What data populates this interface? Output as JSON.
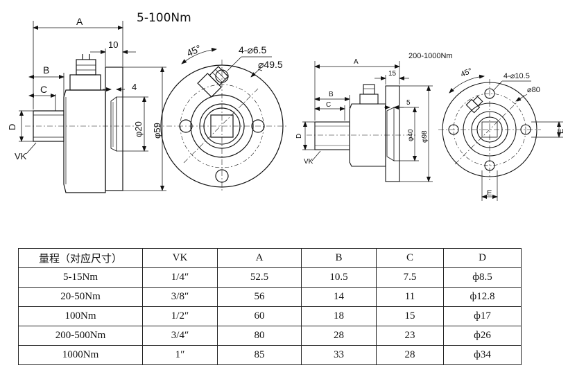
{
  "drawing": {
    "small_title": "5-100Nm",
    "large_title": "200-1000Nm",
    "small_side": {
      "A": "A",
      "B": "B",
      "C": "C",
      "D": "D",
      "VK": "VK",
      "dim10": "10",
      "dim4": "4",
      "phi20": "φ20",
      "phi59": "φ59"
    },
    "small_front": {
      "angle": "45°",
      "holes": "4-⌀6.5",
      "pcd": "⌀49.5"
    },
    "large_side": {
      "A": "A",
      "B": "B",
      "C": "C",
      "D": "D",
      "VK": "VK",
      "dim15": "15",
      "dim5": "5",
      "phi40": "φ40",
      "phi98": "φ98"
    },
    "large_front": {
      "angle": "45°",
      "holes": "4-⌀10.5",
      "pcd": "⌀80",
      "E_right": "E",
      "E_bottom": "E"
    }
  },
  "table": {
    "headers": [
      "量程（对应尺寸）",
      "VK",
      "A",
      "B",
      "C",
      "D"
    ],
    "rows": [
      [
        "5-15Nm",
        "1/4″",
        "52.5",
        "10.5",
        "7.5",
        "ф8.5"
      ],
      [
        "20-50Nm",
        "3/8″",
        "56",
        "14",
        "11",
        "ф12.8"
      ],
      [
        "100Nm",
        "1/2″",
        "60",
        "18",
        "15",
        "ф17"
      ],
      [
        "200-500Nm",
        "3/4″",
        "80",
        "28",
        "23",
        "ф26"
      ],
      [
        "1000Nm",
        "1″",
        "85",
        "33",
        "28",
        "ф34"
      ]
    ]
  }
}
